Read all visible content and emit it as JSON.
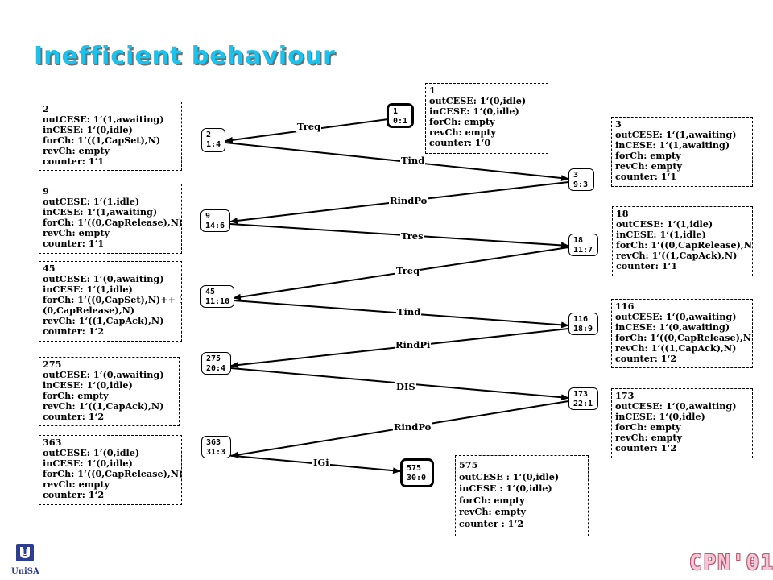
{
  "title": "Inefficient behaviour",
  "nodes": [
    {
      "id": "n1",
      "line1": "1",
      "line2": "0:1"
    },
    {
      "id": "n2",
      "line1": "2",
      "line2": "1:4"
    },
    {
      "id": "n3",
      "line1": "3",
      "line2": "9:3"
    },
    {
      "id": "n9",
      "line1": "9",
      "line2": "14:6"
    },
    {
      "id": "n18",
      "line1": "18",
      "line2": "11:7"
    },
    {
      "id": "n45",
      "line1": "45",
      "line2": "11:10"
    },
    {
      "id": "n116",
      "line1": "116",
      "line2": "18:9"
    },
    {
      "id": "n275",
      "line1": "275",
      "line2": "20:4"
    },
    {
      "id": "n173",
      "line1": "173",
      "line2": "22:1"
    },
    {
      "id": "n363",
      "line1": "363",
      "line2": "31:3"
    },
    {
      "id": "n575",
      "line1": "575",
      "line2": "30:0"
    }
  ],
  "edges": [
    "Treq",
    "Tind",
    "RindPo",
    "Tres",
    "Treq",
    "Tind",
    "RindPi",
    "DIS",
    "RindPo",
    "IGi"
  ],
  "boxes": [
    {
      "id": "b1",
      "lines": [
        "1",
        "outCESE: 1‘(0,idle)",
        "inCESE: 1‘(0,idle)",
        "forCh: empty",
        "revCh: empty",
        "counter: 1‘0"
      ]
    },
    {
      "id": "b2",
      "lines": [
        "2",
        "outCESE: 1‘(1,awaiting)",
        "inCESE: 1‘(0,idle)",
        "forCh: 1‘((1,CapSet),N)",
        "revCh: empty",
        "counter: 1‘1"
      ]
    },
    {
      "id": "b3",
      "lines": [
        "3",
        "outCESE: 1‘(1,awaiting)",
        "inCESE: 1‘(1,awaiting)",
        "forCh:  empty",
        "revCh: empty",
        "counter: 1‘1"
      ]
    },
    {
      "id": "b9",
      "lines": [
        "9",
        "outCESE: 1‘(1,idle)",
        "inCESE: 1‘(1,awaiting)",
        "forCh: 1‘((0,CapRelease),N)",
        "revCh: empty",
        "counter: 1‘1"
      ]
    },
    {
      "id": "b18",
      "lines": [
        "18",
        "outCESE: 1‘(1,idle)",
        "inCESE: 1‘(1,idle)",
        "forCh: 1‘((0,CapRelease),N)",
        "revCh: 1‘((1,CapAck),N)",
        "counter: 1‘1"
      ]
    },
    {
      "id": "b45",
      "lines": [
        "45",
        "outCESE: 1‘(0,awaiting)",
        "inCESE: 1‘(1,idle)",
        "forCh: 1‘((0,CapSet),N)++ 1‘(",
        "(0,CapRelease),N)",
        "revCh: 1‘((1,CapAck),N)",
        "counter: 1‘2"
      ]
    },
    {
      "id": "b116",
      "lines": [
        "116",
        "outCESE: 1‘(0,awaiting)",
        "inCESE: 1‘(0,awaiting)",
        "forCh: 1‘((0,CapRelease),N)",
        "revCh: 1‘((1,CapAck),N)",
        "counter: 1‘2"
      ]
    },
    {
      "id": "b275",
      "lines": [
        "275",
        "outCESE: 1‘(0,awaiting)",
        "inCESE: 1‘(0,idle)",
        "forCh: empty",
        "revCh: 1‘((1,CapAck),N)",
        "counter: 1‘2"
      ]
    },
    {
      "id": "b173",
      "lines": [
        "173",
        "outCESE: 1‘(0,awaiting)",
        "inCESE: 1‘(0,idle)",
        "forCh: empty",
        "revCh: empty",
        "counter: 1‘2"
      ]
    },
    {
      "id": "b363",
      "lines": [
        "363",
        "outCESE: 1‘(0,idle)",
        "inCESE: 1‘(0,idle)",
        "forCh: 1‘((0,CapRelease),N)",
        "revCh: empty",
        "counter: 1‘2"
      ]
    },
    {
      "id": "b575",
      "lines": [
        "575",
        "outCESE : 1‘(0,idle)",
        "inCESE : 1‘(0,idle)",
        "forCh: empty",
        "revCh: empty",
        "counter : 1‘2"
      ]
    }
  ],
  "footer": {
    "logo_text": "UniSA",
    "badge": "CPN'01"
  }
}
